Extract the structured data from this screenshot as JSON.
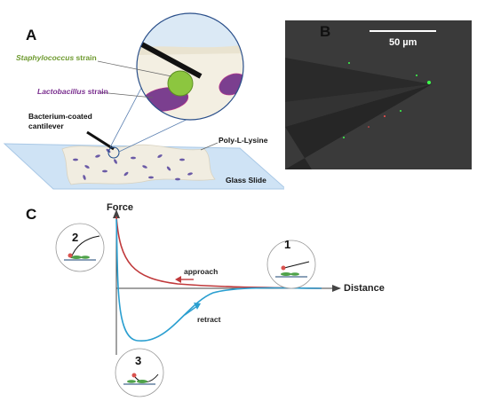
{
  "panel_a": {
    "letter": "A",
    "staph_italic": "Staphylococcus",
    "staph_rest": " strain",
    "lacto_italic": "Lactobacillus",
    "lacto_rest": " strain",
    "cantilever_line1": "Bacterium-coated",
    "cantilever_line2": "cantilever",
    "poly": "Poly-L-Lysine",
    "slide": "Glass Slide"
  },
  "panel_b": {
    "letter": "B",
    "scale": "50 µm"
  },
  "panel_c": {
    "letter": "C",
    "y_axis": "Force",
    "x_axis": "Distance",
    "approach": "approach",
    "retract": "retract",
    "step1": "1",
    "step2": "2",
    "step3": "3"
  },
  "colors": {
    "approach": "#c0393b",
    "retract": "#2b9fd0",
    "staph": "#8cc63f",
    "lacto": "#7b3f8f",
    "slide": "#cfe3f5",
    "micro_bg": "#3a3a3a"
  }
}
